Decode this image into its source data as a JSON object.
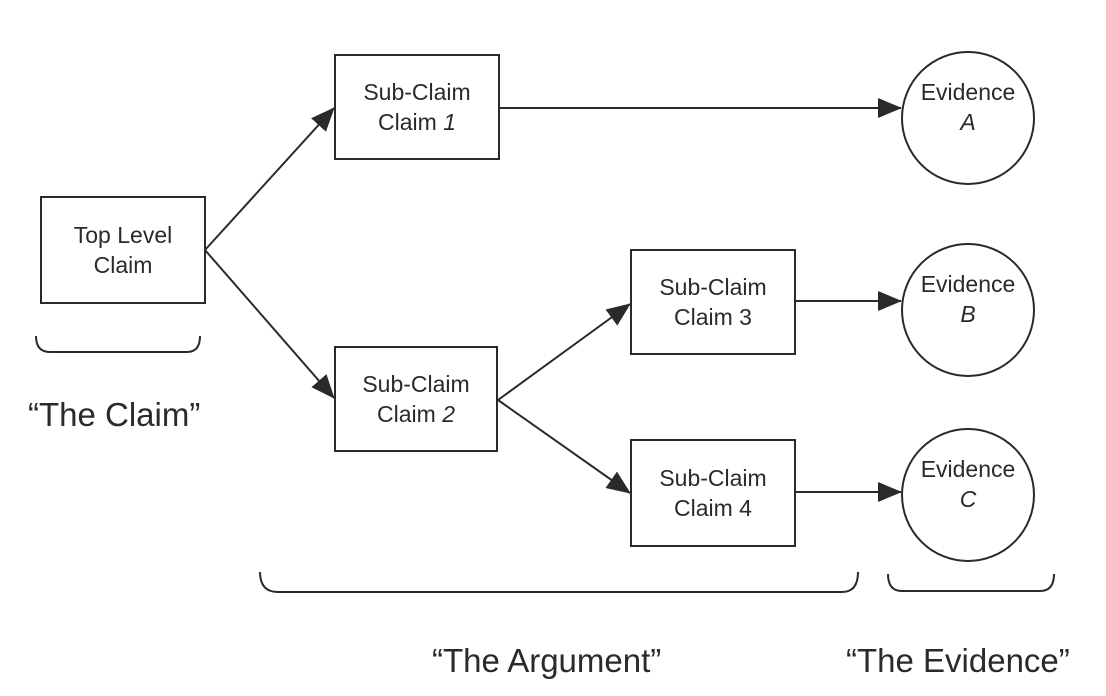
{
  "nodes": {
    "top_claim": {
      "line1": "Top Level",
      "line2": "Claim"
    },
    "sub_claim_1": {
      "line1": "Sub-Claim",
      "line2_prefix": "Claim ",
      "line2_num": "1"
    },
    "sub_claim_2": {
      "line1": "Sub-Claim",
      "line2_prefix": "Claim ",
      "line2_num": "2"
    },
    "sub_claim_3": {
      "line1": "Sub-Claim",
      "line2": "Claim 3"
    },
    "sub_claim_4": {
      "line1": "Sub-Claim",
      "line2": "Claim 4"
    },
    "evidence_a": {
      "line1": "Evidence",
      "line2": "A"
    },
    "evidence_b": {
      "line1": "Evidence",
      "line2": "B"
    },
    "evidence_c": {
      "line1": "Evidence",
      "line2": "C"
    }
  },
  "edges": [
    {
      "from": "Top Level Claim",
      "to": "Sub-Claim 1"
    },
    {
      "from": "Top Level Claim",
      "to": "Sub-Claim 2"
    },
    {
      "from": "Sub-Claim 1",
      "to": "Evidence A"
    },
    {
      "from": "Sub-Claim 2",
      "to": "Sub-Claim 3"
    },
    {
      "from": "Sub-Claim 2",
      "to": "Sub-Claim 4"
    },
    {
      "from": "Sub-Claim 3",
      "to": "Evidence B"
    },
    {
      "from": "Sub-Claim 4",
      "to": "Evidence C"
    }
  ],
  "sections": {
    "claim": "“The Claim”",
    "argument": "“The Argument”",
    "evidence": "“The Evidence”"
  },
  "colors": {
    "stroke": "#2a2a2a",
    "background": "#ffffff"
  }
}
